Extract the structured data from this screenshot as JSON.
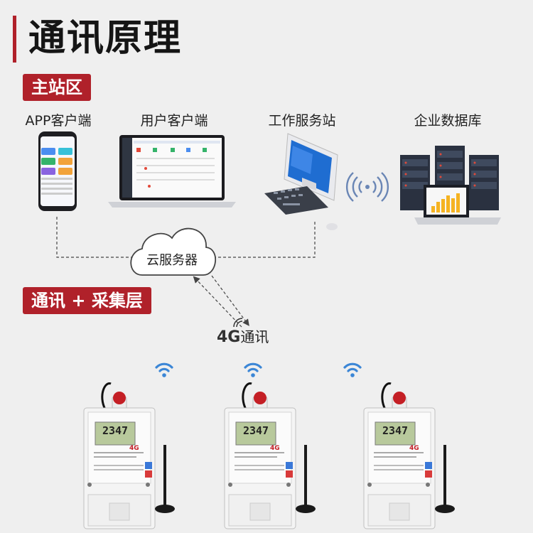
{
  "title": "通讯原理",
  "sections": {
    "master": "主站区",
    "comm": "通讯 + 采集层"
  },
  "devices": {
    "app": "APP客户端",
    "user": "用户客户端",
    "workstation": "工作服务站",
    "database": "企业数据库"
  },
  "cloud": "云服务器",
  "link": {
    "prefix": "4G",
    "suffix": "通讯"
  },
  "meter_reading": "2347",
  "meter_badge": "4G"
}
